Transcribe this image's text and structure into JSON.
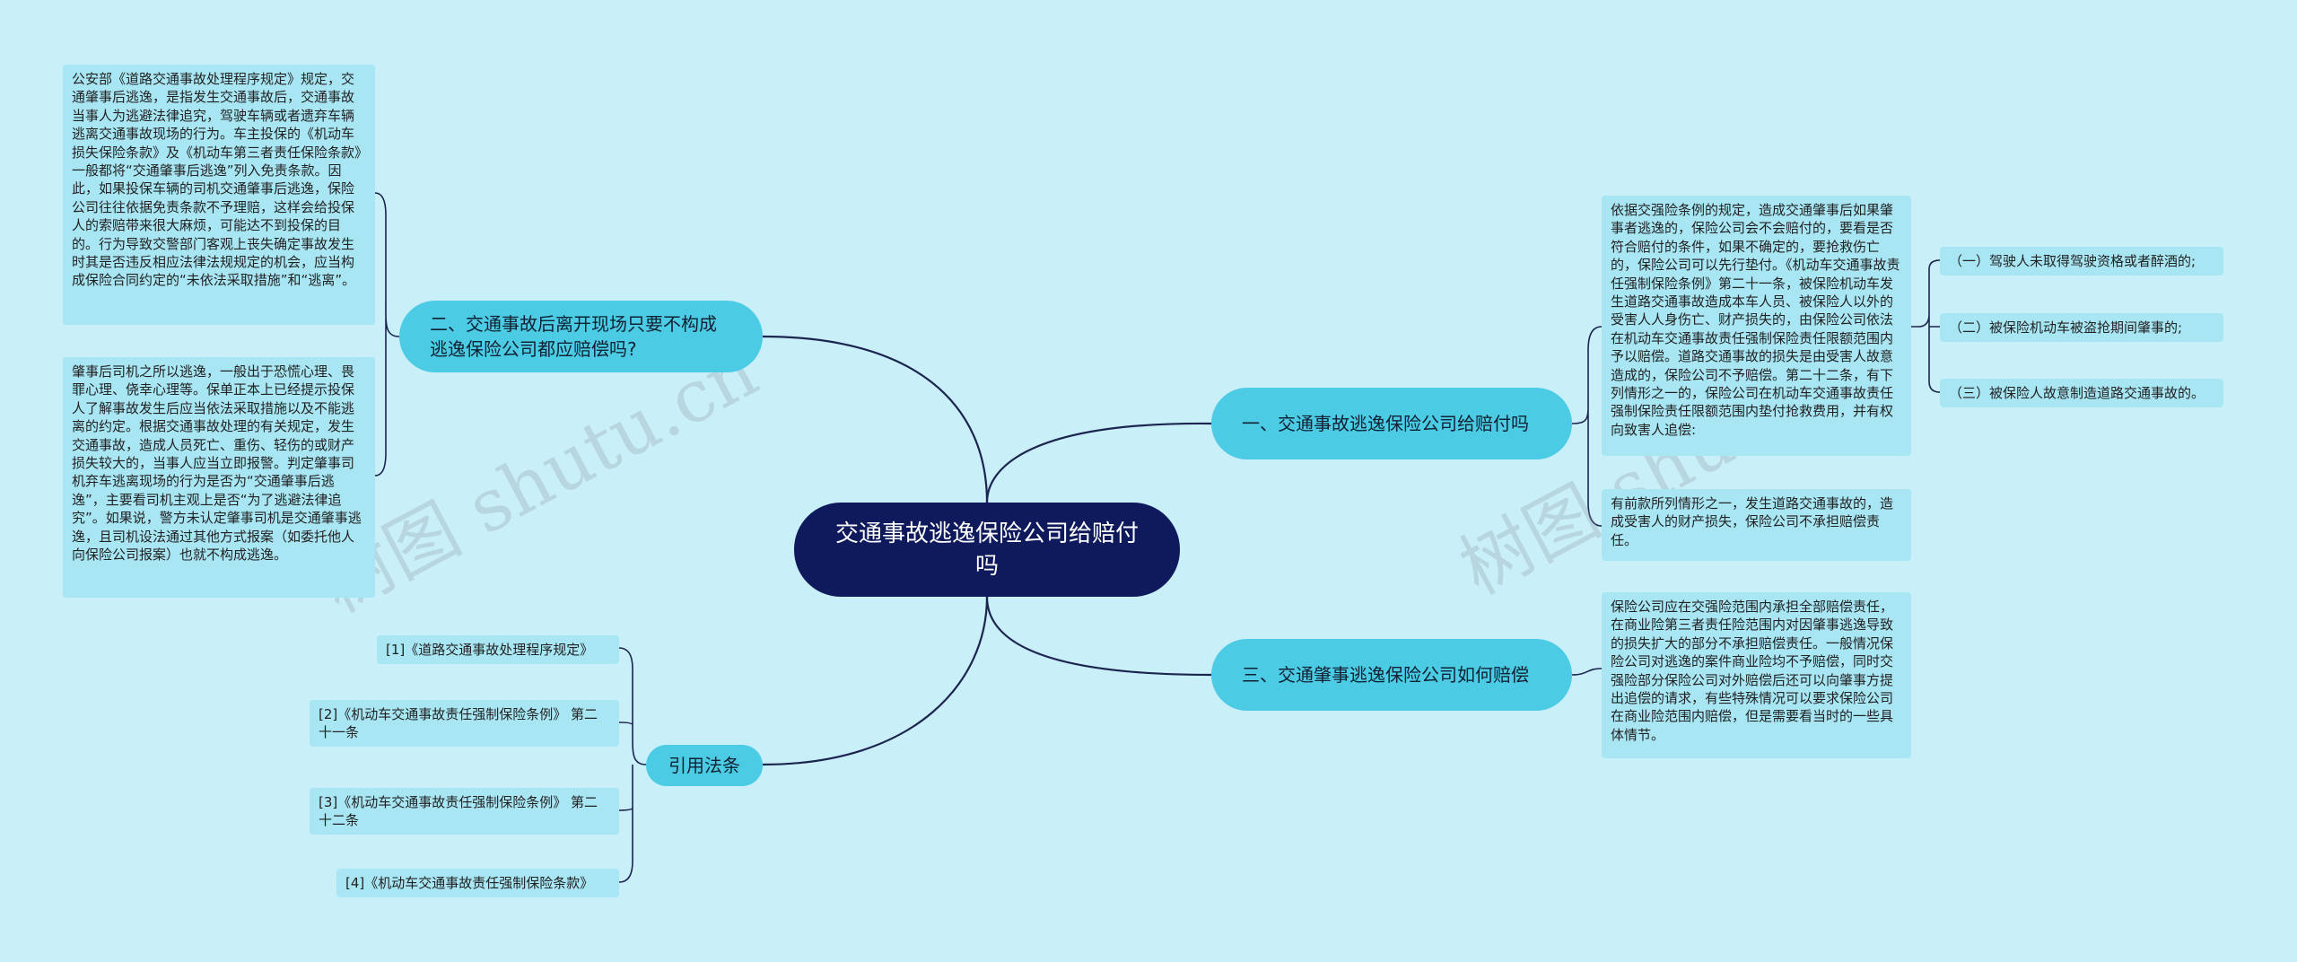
{
  "central": {
    "label": "交通事故逃逸保险公司给赔付吗"
  },
  "branches": {
    "b1": {
      "label": "一、交通事故逃逸保险公司给赔付吗"
    },
    "b2": {
      "label": "二、交通事故后离开现场只要不构成逃逸保险公司都应赔偿吗?"
    },
    "b3": {
      "label": "三、交通肇事逃逸保险公司如何赔偿"
    },
    "b4": {
      "label": "引用法条"
    }
  },
  "leaves": {
    "b1_text1": "依据交强险条例的规定，造成交通肇事后如果肇事者逃逸的，保险公司会不会赔付的，要看是否符合赔付的条件，如果不确定的，要抢救伤亡的，保险公司可以先行垫付。《机动车交通事故责任强制保险条例》第二十一条，被保险机动车发生道路交通事故造成本车人员、被保险人以外的受害人人身伤亡、财产损失的，由保险公司依法在机动车交通事故责任强制保险责任限额范围内予以赔偿。道路交通事故的损失是由受害人故意造成的，保险公司不予赔偿。第二十二条，有下列情形之一的，保险公司在机动车交通事故责任强制保险责任限额范围内垫付抢救费用，并有权向致害人追偿:",
    "b1_text2": "有前款所列情形之一，发生道路交通事故的，造成受害人的财产损失，保险公司不承担赔偿责任。",
    "b1_sub": [
      "（一）驾驶人未取得驾驶资格或者醉酒的;",
      "（二）被保险机动车被盗抢期间肇事的;",
      "（三）被保险人故意制造道路交通事故的。"
    ],
    "b2_text1": "公安部《道路交通事故处理程序规定》规定，交通肇事后逃逸，是指发生交通事故后，交通事故当事人为逃避法律追究，驾驶车辆或者遗弃车辆逃离交通事故现场的行为。车主投保的《机动车损失保险条款》及《机动车第三者责任保险条款》一般都将“交通肇事后逃逸”列入免责条款。因此，如果投保车辆的司机交通肇事后逃逸，保险公司往往依据免责条款不予理赔，这样会给投保人的索赔带来很大麻烦，可能达不到投保的目的。行为导致交警部门客观上丧失确定事故发生时其是否违反相应法律法规规定的机会，应当构成保险合同约定的“未依法采取措施”和“逃离”。",
    "b2_text2": "肇事后司机之所以逃逸，一般出于恐慌心理、畏罪心理、侥幸心理等。保单正本上已经提示投保人了解事故发生后应当依法采取措施以及不能逃离的约定。根据交通事故处理的有关规定，发生交通事故，造成人员死亡、重伤、轻伤的或财产损失较大的，当事人应当立即报警。判定肇事司机弃车逃离现场的行为是否为“交通肇事后逃逸”，主要看司机主观上是否“为了逃避法律追究”。如果说，警方未认定肇事司机是交通肇事逃逸，且司机设法通过其他方式报案（如委托他人向保险公司报案）也就不构成逃逸。",
    "b3_text": "保险公司应在交强险范围内承担全部赔偿责任，在商业险第三者责任险范围内对因肇事逃逸导致的损失扩大的部分不承担赔偿责任。一般情况保险公司对逃逸的案件商业险均不予赔偿，同时交强险部分保险公司对外赔偿后还可以向肇事方提出追偿的请求，有些特殊情况可以要求保险公司在商业险范围内赔偿，但是需要看当时的一些具体情节。",
    "b4_items": [
      "[1]《道路交通事故处理程序规定》",
      "[2]《机动车交通事故责任强制保险条例》 第二十一条",
      "[3]《机动车交通事故责任强制保险条例》 第二十二条",
      "[4]《机动车交通事故责任强制保险条款》"
    ]
  },
  "watermark": {
    "text": "树图 shutu.cn"
  },
  "colors": {
    "background": "#c9eff8",
    "central": "#0e1a5c",
    "branch": "#4ccbe5",
    "leaf": "#a8e6f4",
    "line": "#1b2550"
  }
}
